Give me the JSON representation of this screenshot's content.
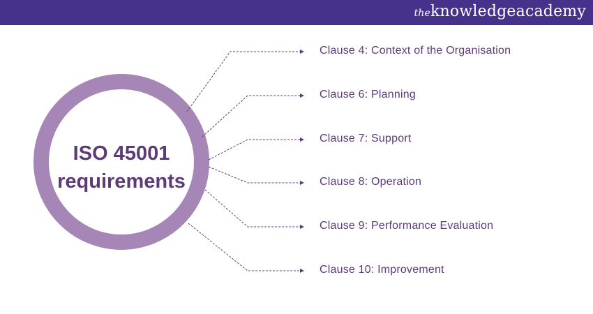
{
  "header": {
    "logo_prefix": "the",
    "logo_main": "knowledge",
    "logo_suffix": "academy"
  },
  "center": {
    "line1": "ISO 45001",
    "line2": "requirements"
  },
  "clauses": [
    "Clause 4: Context of the Organisation",
    "Clause 6: Planning",
    "Clause 7: Support",
    "Clause 8: Operation",
    "Clause 9: Performance Evaluation",
    "Clause 10: Improvement"
  ],
  "colors": {
    "header": "#46328a",
    "ring": "#a586b6",
    "text": "#5e3b78",
    "connector": "#5e3b78"
  }
}
